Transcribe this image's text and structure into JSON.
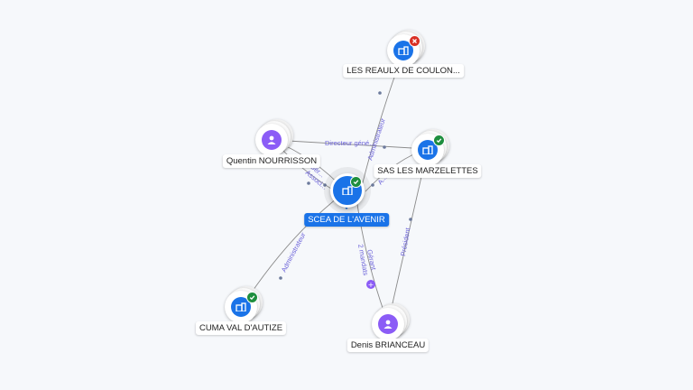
{
  "nodes": {
    "main": {
      "label": "SCEA DE L'AVENIR",
      "type": "company",
      "status": "active"
    },
    "reaulx": {
      "label": "LES REAULX DE COULON...",
      "type": "company",
      "status": "closed"
    },
    "marzelettes": {
      "label": "SAS LES MARZELETTES",
      "type": "company",
      "status": "active"
    },
    "cuma": {
      "label": "CUMA VAL D'AUTIZE",
      "type": "company",
      "status": "active"
    },
    "quentin": {
      "label": "Quentin NOURRISSON",
      "type": "person"
    },
    "denis": {
      "label": "Denis BRIANCEAU",
      "type": "person"
    }
  },
  "edges": {
    "main_reaulx": "Administrateur",
    "quentin_marzelettes": "Directeur géné...",
    "main_cuma": "Administrateur",
    "main_denis_1": "Gérant",
    "main_denis_2": "2 mandats",
    "marzelettes_denis": "Président",
    "quentin_main_a": "Gér...",
    "quentin_main_b": "Associ...",
    "marzelettes_main": "A..."
  },
  "colors": {
    "company": "#1a73e8",
    "person": "#8b5cf6",
    "active": "#1e8e3e",
    "closed": "#d93025",
    "edge": "#8a8a8a",
    "edge_label": "#6c63d9"
  }
}
